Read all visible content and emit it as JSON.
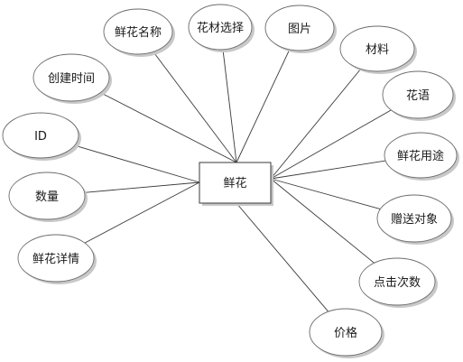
{
  "entity": {
    "label": "鲜花"
  },
  "attributes": [
    {
      "key": "name",
      "label": "鲜花名称"
    },
    {
      "key": "material_select",
      "label": "花材选择"
    },
    {
      "key": "image",
      "label": "图片"
    },
    {
      "key": "material",
      "label": "材料"
    },
    {
      "key": "flower_language",
      "label": "花语"
    },
    {
      "key": "usage",
      "label": "鲜花用途"
    },
    {
      "key": "recipient",
      "label": "赠送对象"
    },
    {
      "key": "clicks",
      "label": "点击次数"
    },
    {
      "key": "price",
      "label": "价格"
    },
    {
      "key": "created_time",
      "label": "创建时间"
    },
    {
      "key": "id",
      "label": "ID"
    },
    {
      "key": "quantity",
      "label": "数量"
    },
    {
      "key": "detail",
      "label": "鲜花详情"
    }
  ]
}
